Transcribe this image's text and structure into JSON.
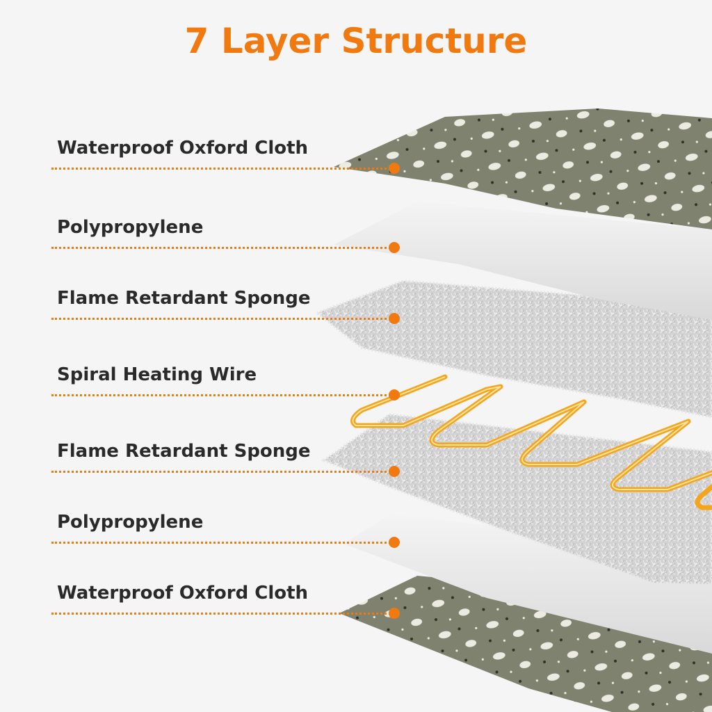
{
  "title": "7 Layer Structure",
  "colors": {
    "accent": "#f07a10",
    "label_text": "#2a2a2a",
    "cloth": "#7e826f",
    "cloth_pattern": "#ecebe2",
    "polypropylene": "#e6e6e6",
    "sponge": "#cfcfcf",
    "wire": "#f4a51c"
  },
  "layers": [
    {
      "label": "Waterproof Oxford Cloth",
      "material": "cloth"
    },
    {
      "label": "Polypropylene",
      "material": "polypropylene"
    },
    {
      "label": "Flame Retardant Sponge",
      "material": "sponge"
    },
    {
      "label": "Spiral Heating Wire",
      "material": "wire"
    },
    {
      "label": "Flame Retardant Sponge",
      "material": "sponge"
    },
    {
      "label": "Polypropylene",
      "material": "polypropylene"
    },
    {
      "label": "Waterproof Oxford Cloth",
      "material": "cloth"
    }
  ]
}
